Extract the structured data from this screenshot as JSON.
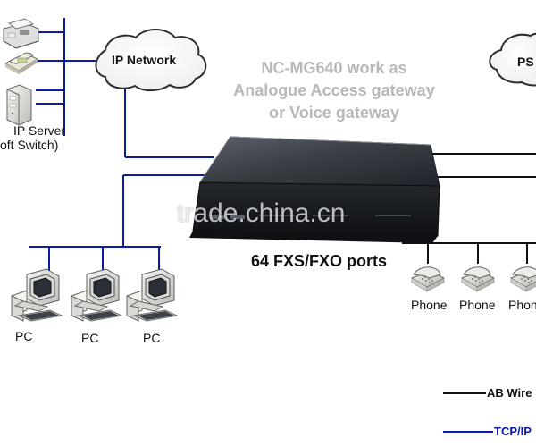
{
  "headline": {
    "line1": "NC-MG640 work as",
    "line2": "Analogue Access gateway",
    "line3": "or Voice gateway"
  },
  "ports_label": "64 FXS/FXO ports",
  "watermark": "trade.china.cn",
  "clouds": {
    "ip_network": "IP Network",
    "pstn_partial": "PS"
  },
  "server": {
    "line1": "IP Server",
    "line2": "oft Switch)"
  },
  "pcs": [
    "PC",
    "PC",
    "PC"
  ],
  "phones": [
    "Phone",
    "Phone",
    "Phon"
  ],
  "legend": {
    "ab_wire": "AB Wire",
    "tcp_ip": "TCP/IP"
  },
  "colors": {
    "tcp_ip_line": "#0a1aa8",
    "ab_wire_line": "#111111",
    "headline_text": "#b8b8b8",
    "gateway_body": "#2c3037"
  },
  "icons": {
    "fax": "fax-machine-icon",
    "ip_phone": "ip-phone-icon",
    "server": "server-tower-icon",
    "pc": "desktop-pc-icon",
    "phone": "desk-phone-icon",
    "gateway": "voice-gateway-device-icon",
    "cloud": "cloud-icon"
  }
}
